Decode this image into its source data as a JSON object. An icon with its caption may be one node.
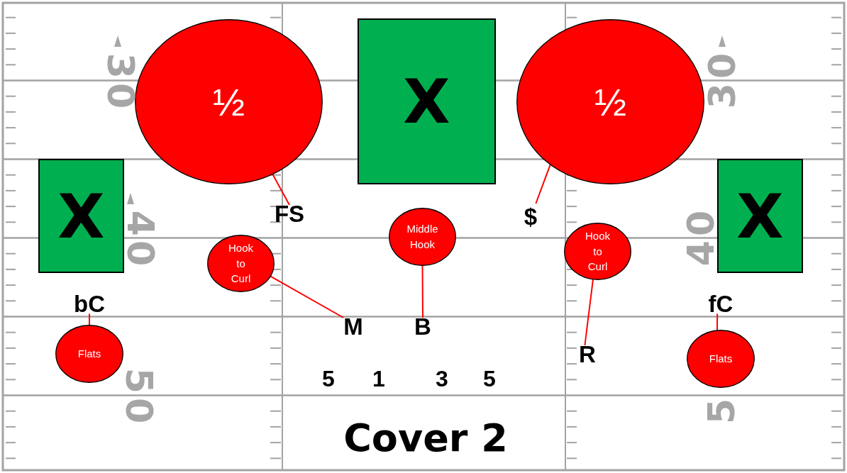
{
  "diagram": {
    "title": "Cover 2",
    "nodes": [
      {
        "text": [
          "½"
        ]
      },
      {
        "text": [
          "X"
        ]
      },
      {
        "text": [
          "½"
        ]
      },
      {
        "text": [
          "X"
        ]
      },
      {
        "text": [
          "X"
        ]
      },
      {
        "text": [
          "FS"
        ]
      },
      {
        "text": [
          "$"
        ]
      },
      {
        "text": [
          "Middle Hook"
        ]
      },
      {
        "text": [
          "Hook to Curl"
        ]
      },
      {
        "text": [
          "Hook to Curl"
        ]
      },
      {
        "text": [
          "bC"
        ]
      },
      {
        "text": [
          "fC"
        ]
      },
      {
        "text": [
          "M"
        ]
      },
      {
        "text": [
          "B"
        ]
      },
      {
        "text": [
          "Flats"
        ]
      },
      {
        "text": [
          "Flats"
        ]
      },
      {
        "text": [
          "R"
        ]
      }
    ],
    "edges": [
      {
        "from": 5,
        "to": 0,
        "arrow": "none"
      },
      {
        "from": 6,
        "to": 2,
        "arrow": "none"
      },
      {
        "from": 12,
        "to": 8,
        "arrow": "none"
      },
      {
        "from": 13,
        "to": 7,
        "arrow": "none"
      },
      {
        "from": 16,
        "to": 9,
        "arrow": "none"
      },
      {
        "from": 10,
        "to": 14,
        "arrow": "none"
      },
      {
        "from": 11,
        "to": 15,
        "arrow": "none"
      }
    ],
    "labels": [
      "30",
      "30",
      "40",
      "40",
      "50",
      "5",
      "1",
      "3",
      "5",
      "5"
    ]
  }
}
